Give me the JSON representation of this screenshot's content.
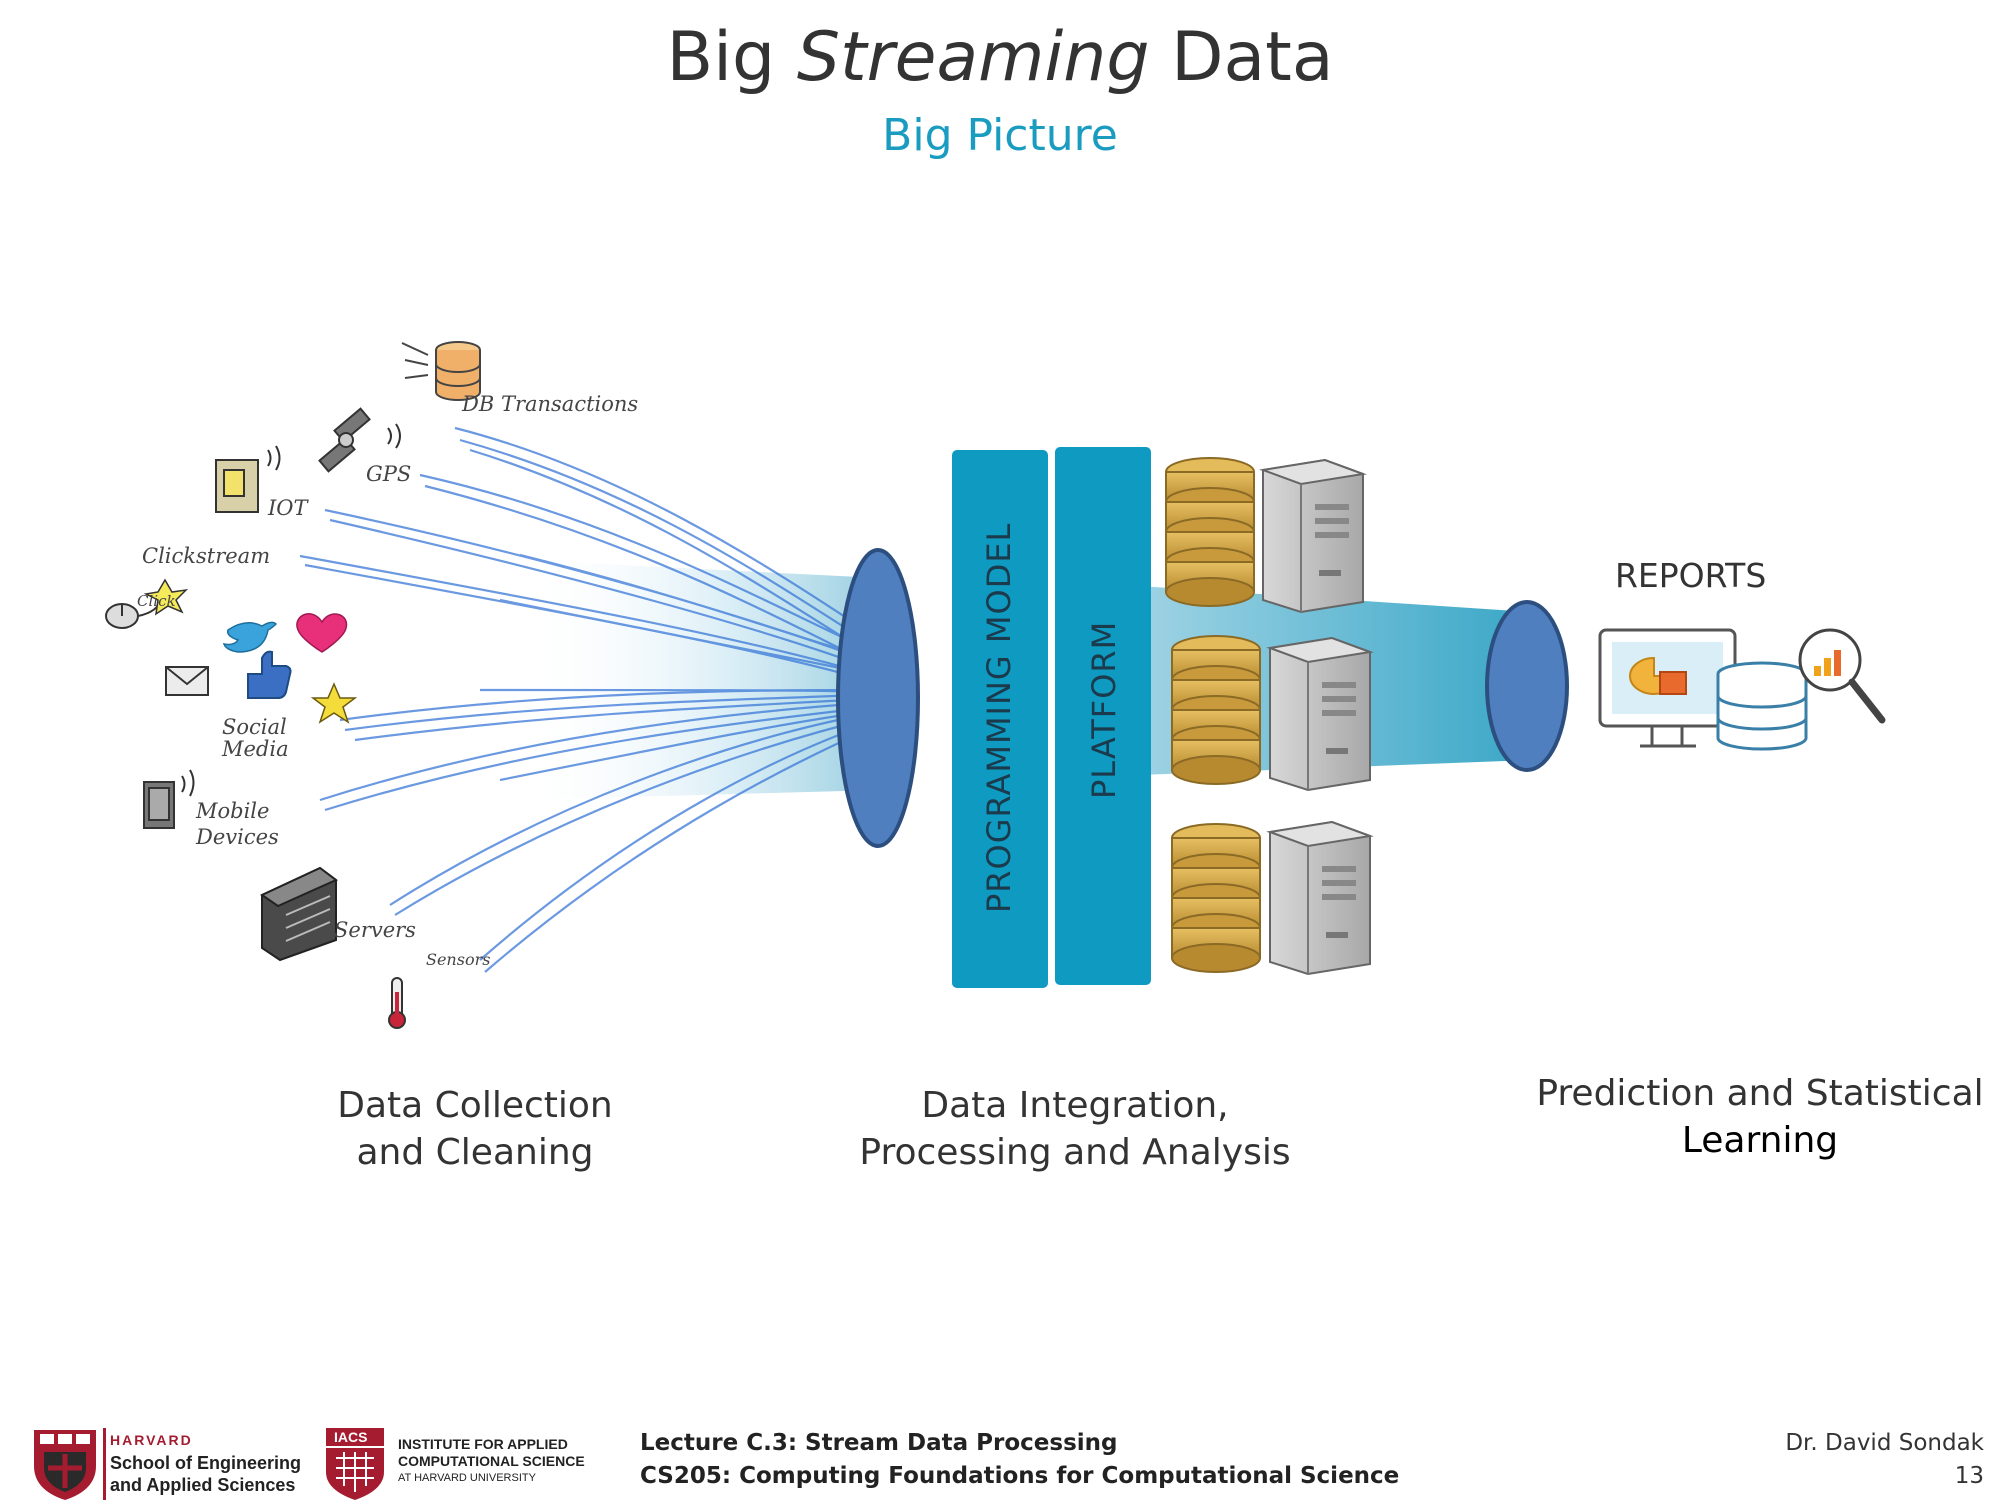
{
  "slide": {
    "title_pre": "Big ",
    "title_em": "Streaming",
    "title_post": " Data",
    "subtitle": "Big Picture"
  },
  "sources": [
    {
      "label": "DB Transactions",
      "icon": "database-icon"
    },
    {
      "label": "GPS",
      "icon": "satellite-icon"
    },
    {
      "label": "IOT",
      "icon": "iot-device-icon"
    },
    {
      "label": "Clickstream",
      "icon": "mouse-icon"
    },
    {
      "label": "Click",
      "icon": "click-burst-icon"
    },
    {
      "label": "Social Media",
      "icon": "social-media-icon"
    },
    {
      "label": "Mobile Devices",
      "icon": "mobile-device-icon"
    },
    {
      "label": "Servers",
      "icon": "server-rack-icon"
    },
    {
      "label": "Sensors",
      "icon": "thermometer-icon"
    }
  ],
  "middle": {
    "layer1": "PROGRAMMING MODEL",
    "layer2": "PLATFORM"
  },
  "reports_label": "REPORTS",
  "stages": {
    "collection_line1": "Data Collection",
    "collection_line2": "and Cleaning",
    "integration_line1": "Data Integration,",
    "integration_line2": "Processing and Analysis",
    "prediction_line1": "Prediction and Statistical",
    "prediction_line2": "Learning"
  },
  "footer": {
    "harvard": "HARVARD",
    "seas_line1": "School of Engineering",
    "seas_line2": "and Applied Sciences",
    "iacs_badge": "IACS",
    "iacs_line1": "INSTITUTE FOR APPLIED",
    "iacs_line2": "COMPUTATIONAL SCIENCE",
    "iacs_line3": "AT HARVARD UNIVERSITY",
    "lecture": "Lecture C.3: Stream Data Processing",
    "course": "CS205: Computing Foundations for Computational Science",
    "author": "Dr. David Sondak",
    "page": "13"
  },
  "colors": {
    "accent": "#1a9cc0",
    "stream_blue": "#3a78d8",
    "lens_fill": "#4f7fbf",
    "coin_gold": "#d4a84a",
    "server_gray": "#bdbdbd"
  }
}
